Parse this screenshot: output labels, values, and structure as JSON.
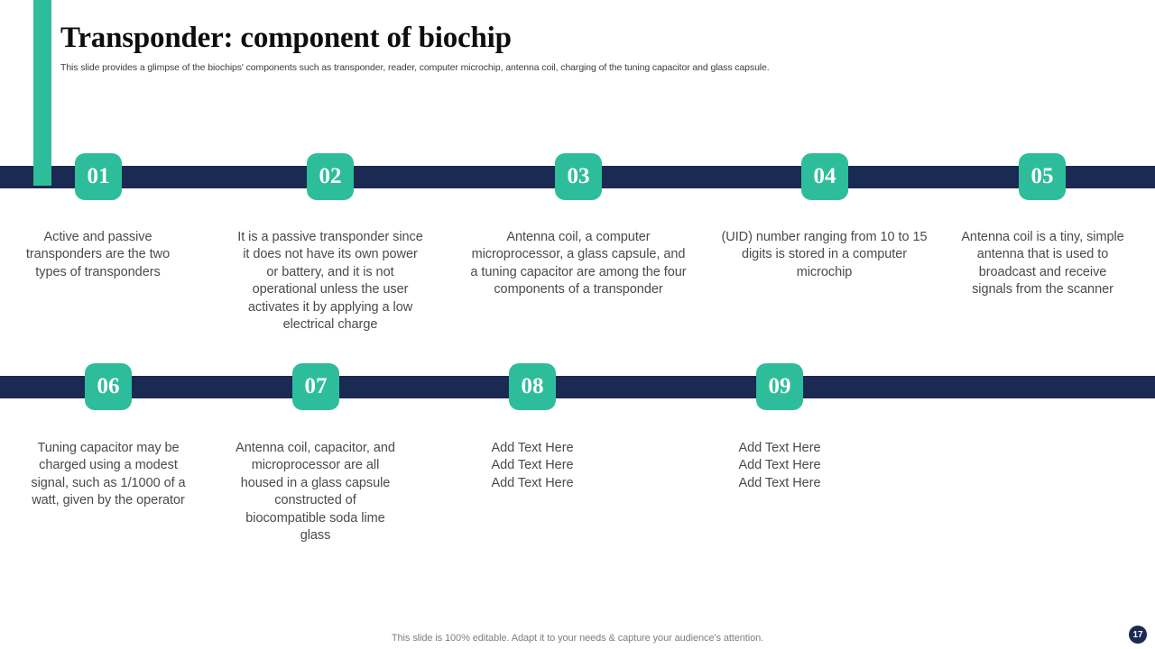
{
  "slide": {
    "title": "Transponder: component of biochip",
    "subtitle": "This slide provides a glimpse of the biochips' components such as transponder, reader, computer microchip, antenna coil, charging of the tuning capacitor and glass capsule.",
    "footer_note": "This slide is 100% editable. Adapt it to your needs & capture your audience's attention.",
    "page_number": "17"
  },
  "colors": {
    "accent_teal": "#2ebd9a",
    "rail_navy": "#1b2a52",
    "title_text": "#0d0d0d",
    "body_text": "#4a4a4a",
    "footer_text": "#7b7f88"
  },
  "rows": [
    {
      "name": "row-1",
      "items": [
        {
          "number": "01",
          "text": "Active and passive transponders are the two types of transponders"
        },
        {
          "number": "02",
          "text": "It is a passive transponder since it does not have its own power or battery, and it is not operational unless the user activates it by applying a low electrical charge"
        },
        {
          "number": "03",
          "text": "Antenna coil, a computer microprocessor, a glass capsule, and a tuning capacitor are among the four components of a transponder"
        },
        {
          "number": "04",
          "text": "(UID) number ranging from 10 to 15 digits is stored in a computer microchip"
        },
        {
          "number": "05",
          "text": "Antenna coil is a tiny, simple antenna that is used to broadcast and receive signals from the scanner"
        }
      ]
    },
    {
      "name": "row-2",
      "items": [
        {
          "number": "06",
          "text": "Tuning capacitor may be charged using a modest signal, such as 1/1000 of a watt, given by the operator"
        },
        {
          "number": "07",
          "text": "Antenna coil, capacitor, and microprocessor are all housed in a glass capsule constructed of biocompatible soda lime glass"
        },
        {
          "number": "08",
          "text": "Add Text Here\nAdd Text Here\nAdd Text Here"
        },
        {
          "number": "09",
          "text": "Add Text Here\nAdd Text Here\nAdd Text Here"
        }
      ]
    }
  ]
}
